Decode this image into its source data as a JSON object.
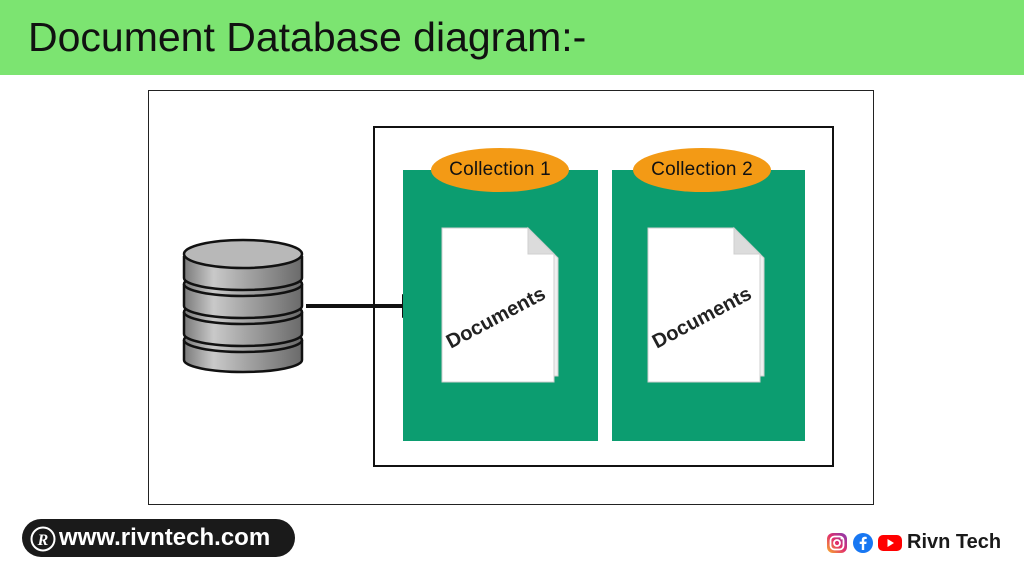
{
  "header": {
    "title": "Document Database diagram:-"
  },
  "diagram": {
    "collections": [
      {
        "label": "Collection 1",
        "document_label": "Documents"
      },
      {
        "label": "Collection 2",
        "document_label": "Documents"
      }
    ],
    "database_icon": "database-cylinder-stack-icon",
    "arrow_icon": "arrow-right-icon",
    "colors": {
      "collection_fill": "#0c9d70",
      "label_fill": "#f39a15",
      "header_fill": "#7ce471"
    }
  },
  "footer": {
    "url": "www.rivntech.com",
    "brand": "Rivn Tech",
    "icons": [
      "rivn-logo-icon",
      "instagram-icon",
      "facebook-icon",
      "youtube-icon"
    ]
  }
}
